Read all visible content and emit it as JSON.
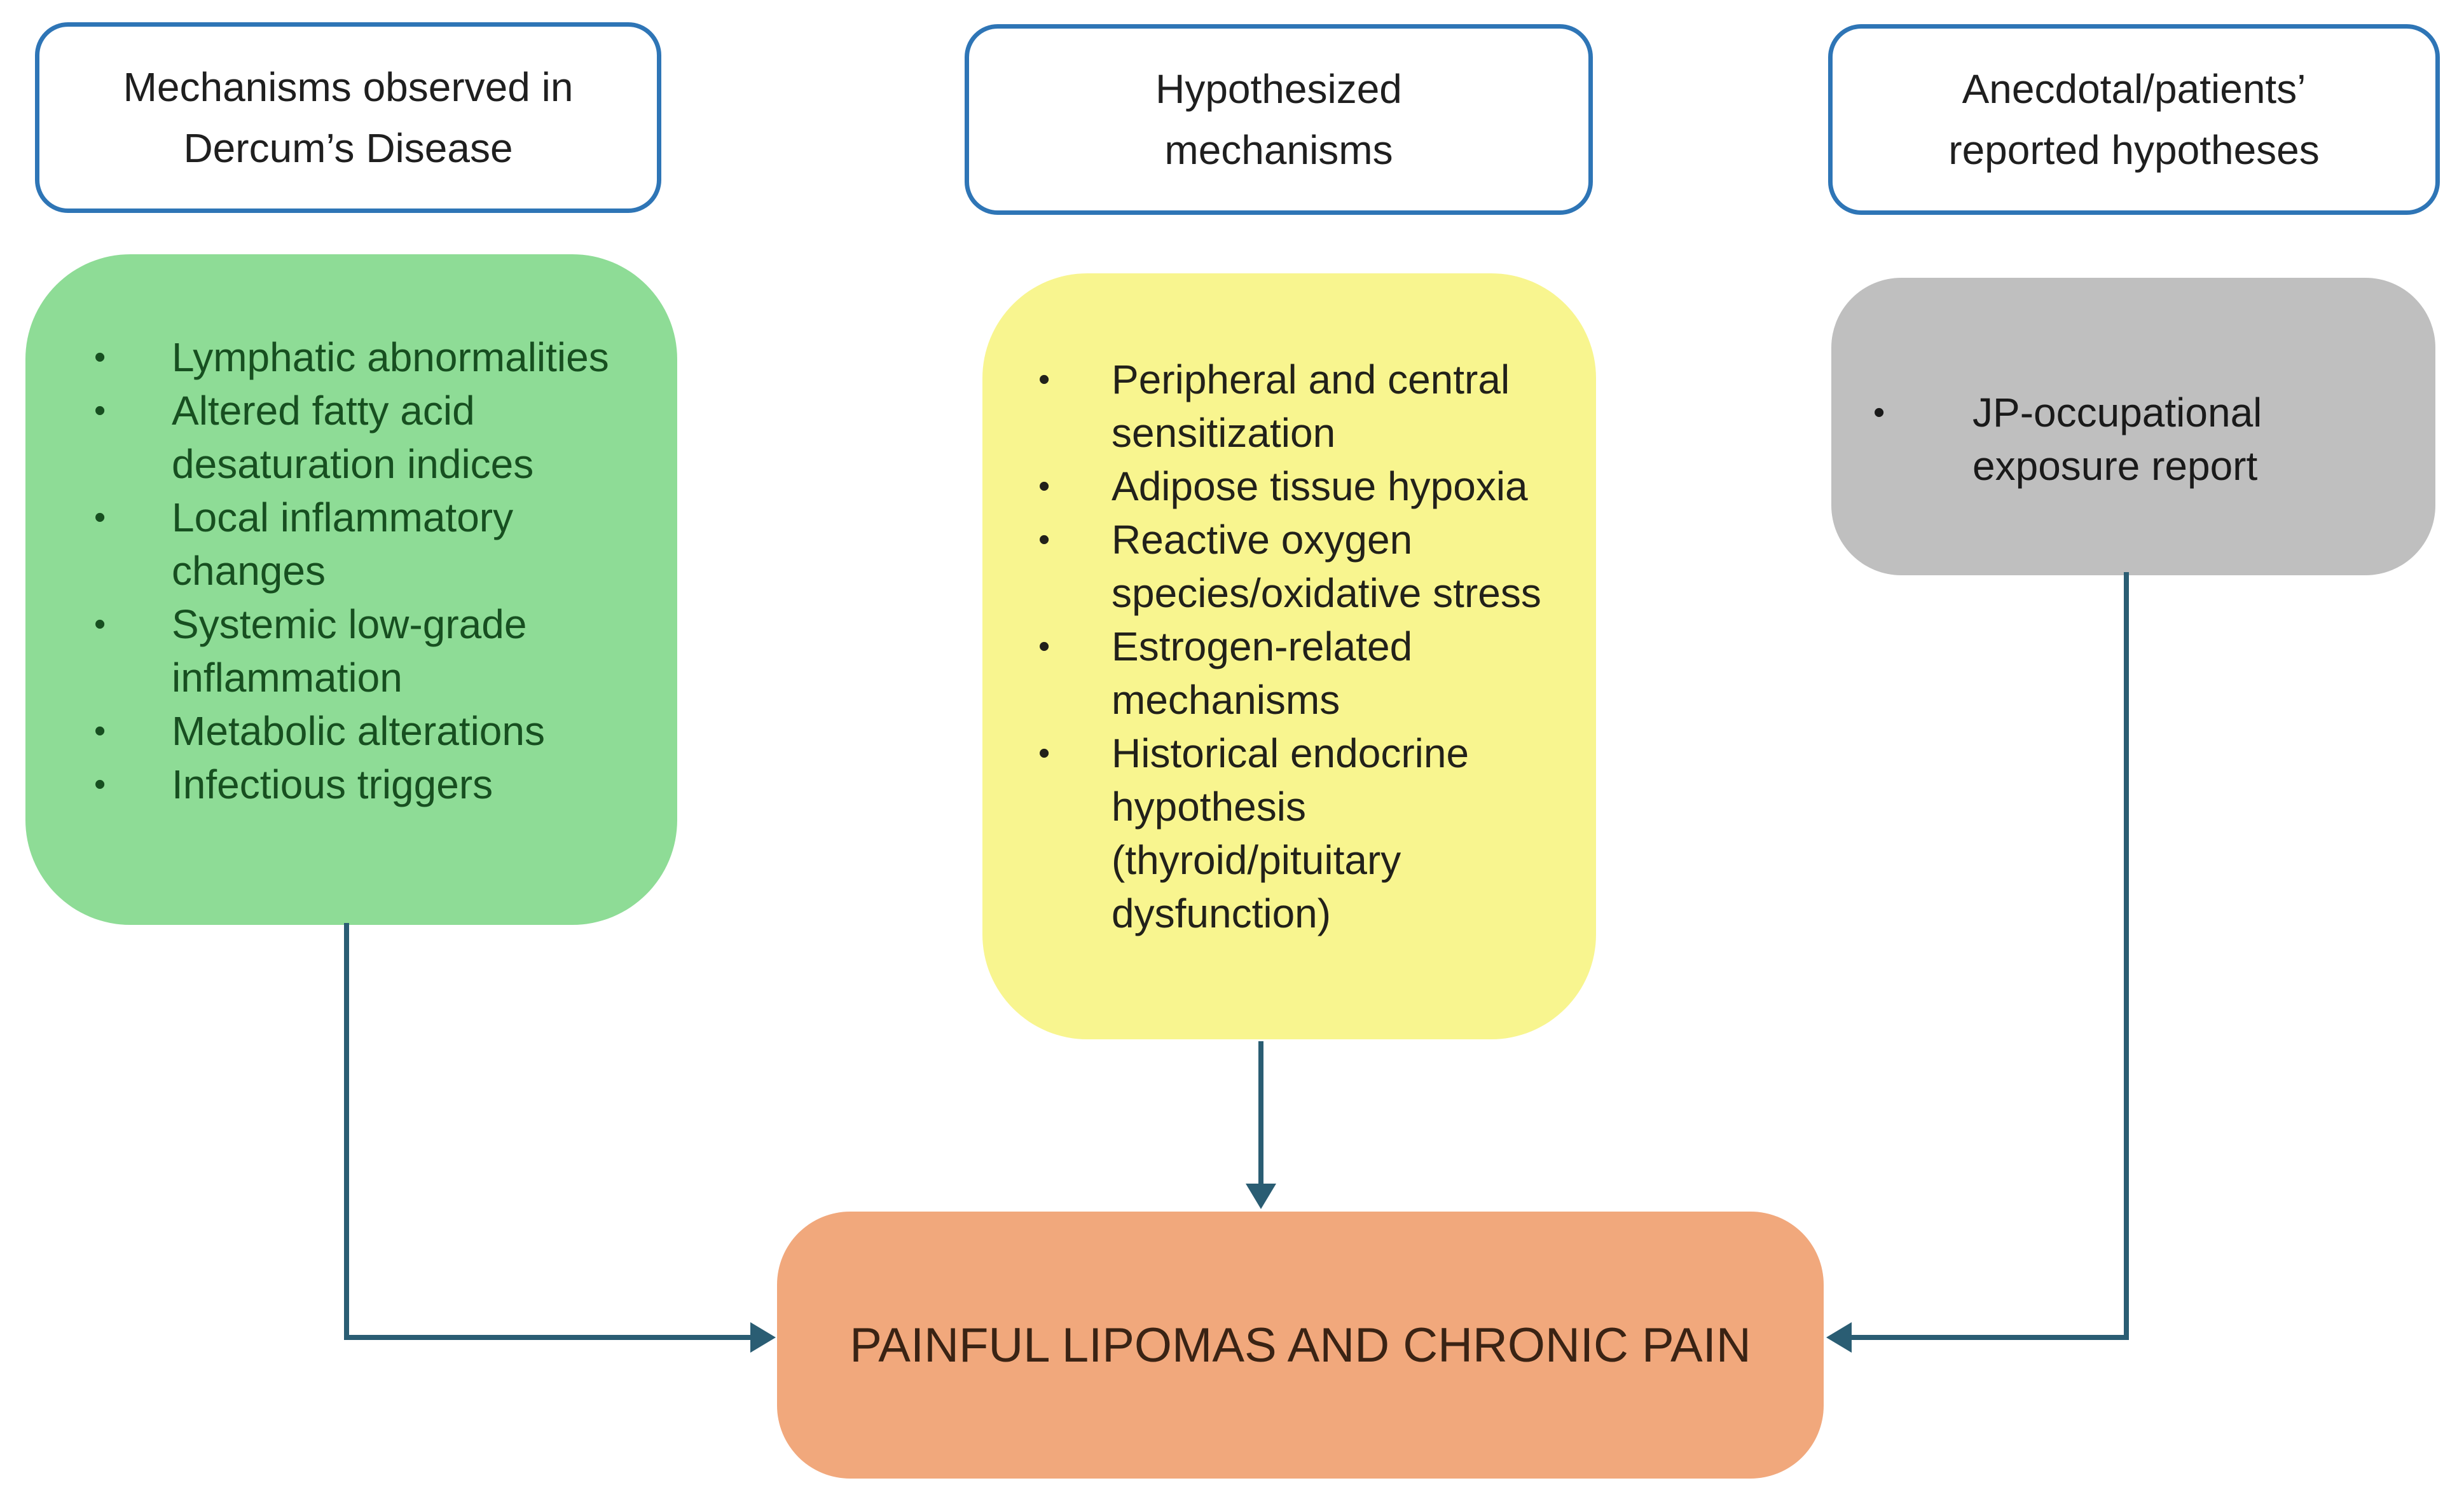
{
  "ui": {
    "bullet_glyph": "•"
  },
  "headers": {
    "observed": {
      "line1": "Mechanisms observed in",
      "line2": "Dercum’s Disease"
    },
    "hypothesized": {
      "line1": "Hypothesized",
      "line2": "mechanisms"
    },
    "anecdotal": {
      "line1": "Anecdotal/patients’",
      "line2": "reported hypotheses"
    }
  },
  "boxes": {
    "observed": {
      "items": [
        "Lymphatic abnormalities",
        "Altered fatty acid desaturation indices",
        "Local inflammatory changes",
        "Systemic low-grade inflammation",
        "Metabolic alterations",
        "Infectious triggers"
      ]
    },
    "hypothesized": {
      "items": [
        "Peripheral and central sensitization",
        "Adipose tissue hypoxia",
        "Reactive oxygen species/oxidative stress",
        "Estrogen-related mechanisms",
        "Historical endocrine hypothesis (thyroid/pituitary dysfunction)"
      ]
    },
    "anecdotal": {
      "items": [
        "JP-occupational exposure report"
      ]
    },
    "outcome": {
      "label": "PAINFUL LIPOMAS AND CHRONIC PAIN"
    }
  },
  "colors": {
    "header_border": "#2e75b6",
    "observed_fill": "#8edc96",
    "observed_text": "#174f20",
    "hypothesized_fill": "#f8f58f",
    "hypothesized_text": "#22211a",
    "anecdotal_fill": "#bfbfbf",
    "anecdotal_text": "#1a1a1a",
    "outcome_fill": "#f1a87c",
    "outcome_text": "#3a2314",
    "arrow": "#2a5d73"
  }
}
